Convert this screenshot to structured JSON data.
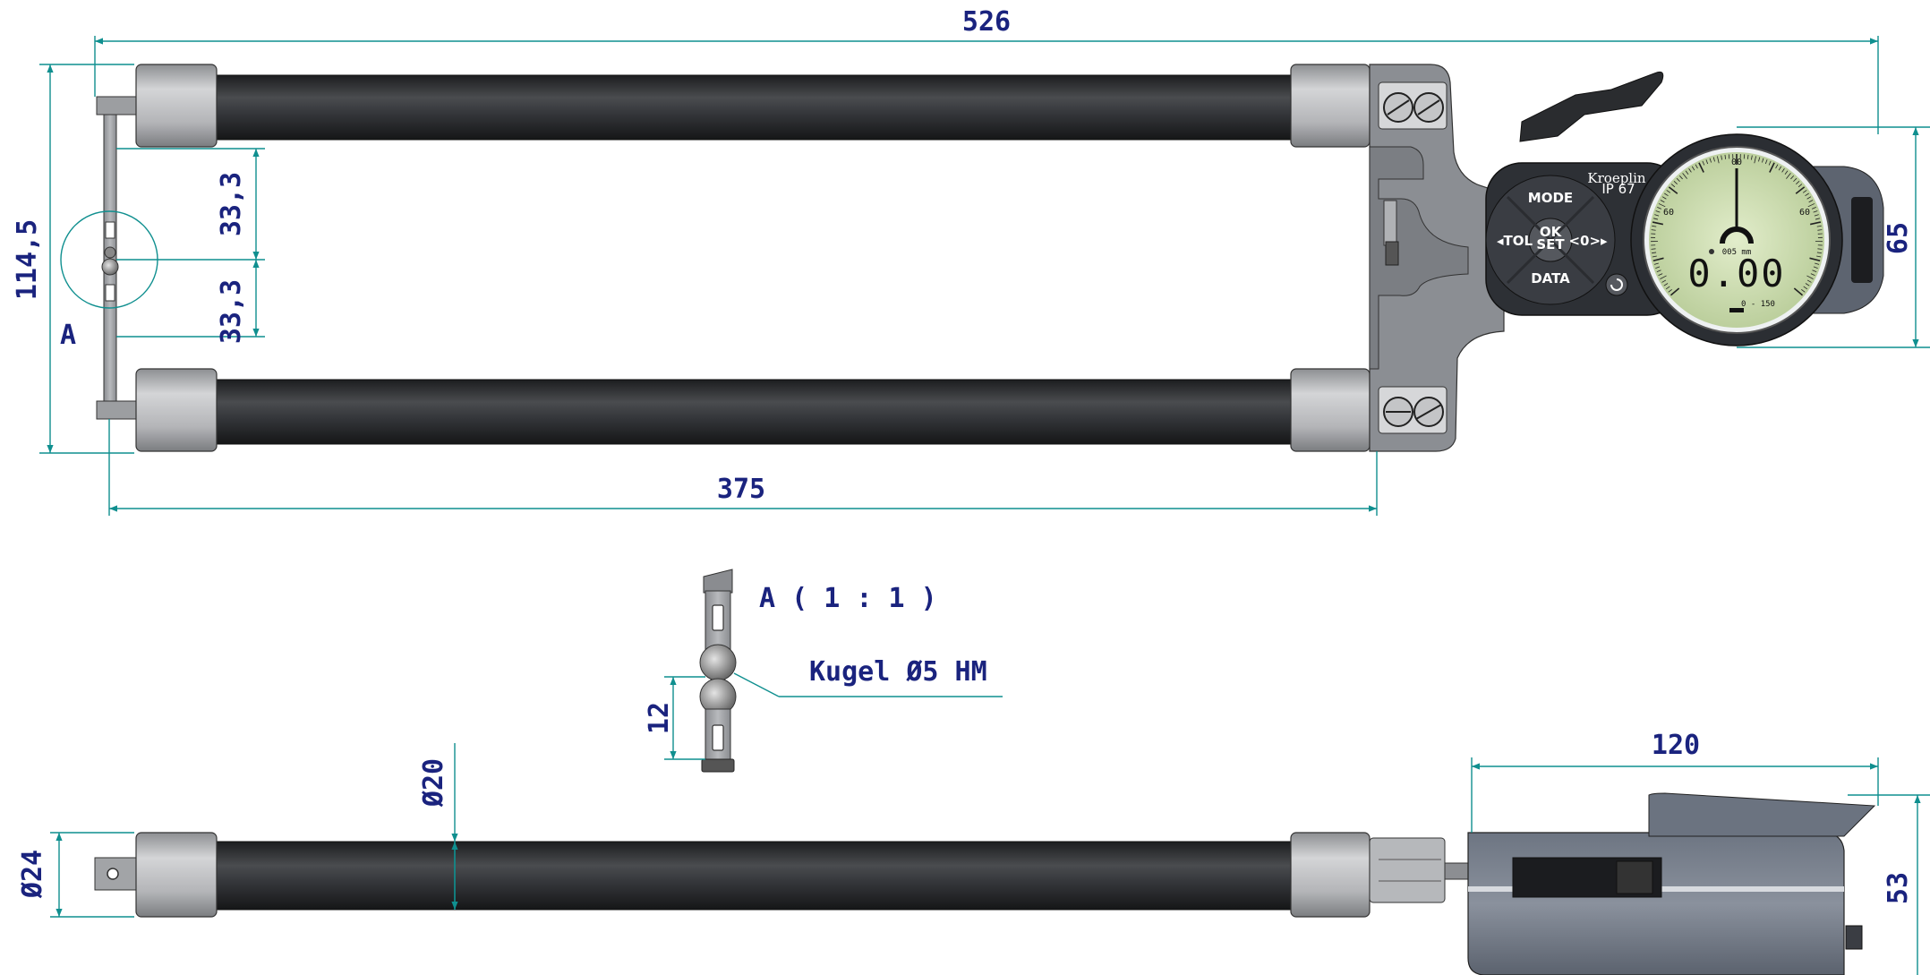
{
  "dimensions": {
    "overall_length": "526",
    "inner_length": "375",
    "frame_height": "114,5",
    "upper_spacing": "33,3",
    "lower_spacing": "33,3",
    "gauge_height": "65",
    "bar_diameter": "Ø20",
    "end_diameter": "Ø24",
    "gauge_width": "120",
    "gauge_depth": "53",
    "ball_spacing": "12"
  },
  "detail": {
    "marker": "A",
    "title": "A ( 1 : 1 )",
    "ball_note": "Kugel Ø5 HM"
  },
  "gauge": {
    "brand": "Kroeplin",
    "ip_rating": "IP 67",
    "buttons": {
      "mode": "MODE",
      "tol": "◂TOL",
      "ok": "OK",
      "set": "SET",
      "zero": "<0>▸",
      "data": "DATA"
    },
    "reading": "0.00",
    "unit_label": "005 mm",
    "range": "0 - 150",
    "dial_top": "00",
    "dial_left": "60",
    "dial_right": "60"
  },
  "colors": {
    "dimension_line": "#0f8f8f",
    "dimension_text": "#1a237e",
    "bar": "#2f3133",
    "lcd": "#d4e3b8"
  }
}
